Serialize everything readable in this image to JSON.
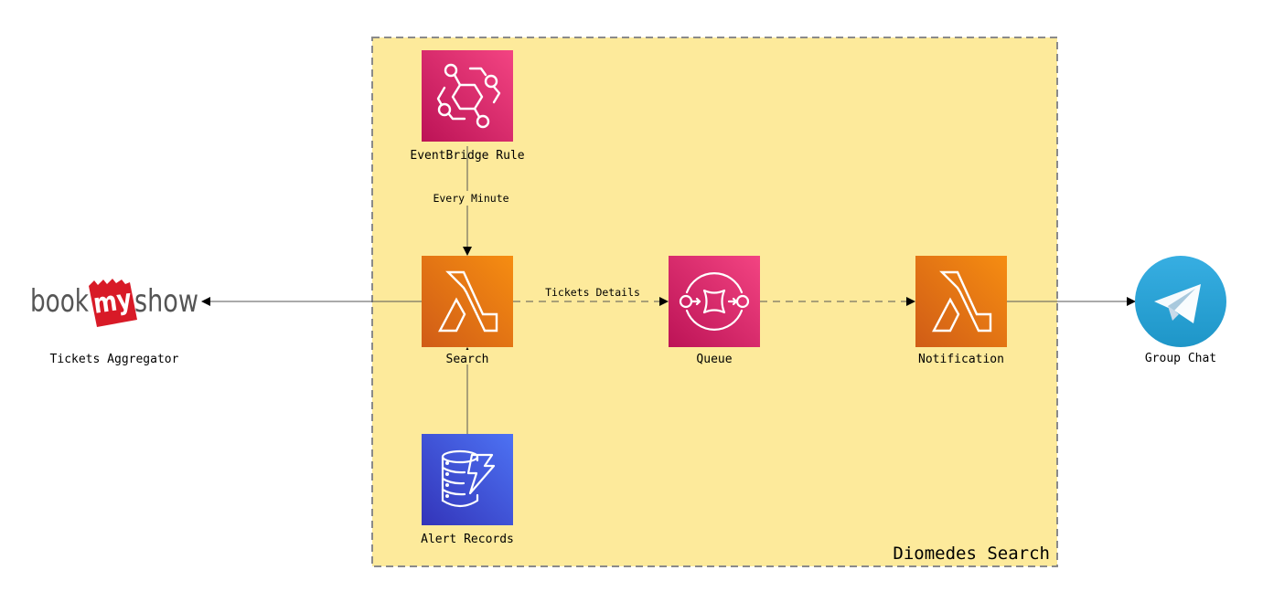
{
  "group": {
    "label": "Diomedes Search",
    "fill": "#fdea9b",
    "stroke": "#8a8a8a"
  },
  "nodes": {
    "eventbridge": {
      "label": "EventBridge Rule",
      "icon": "eventbridge-icon",
      "color_top": "#f34482",
      "color_bottom": "#bc1356"
    },
    "search": {
      "label": "Search",
      "icon": "lambda-icon",
      "color_top": "#f68d11",
      "color_bottom": "#d05c17"
    },
    "queue": {
      "label": "Queue",
      "icon": "sqs-icon",
      "color_top": "#f34482",
      "color_bottom": "#bc1356"
    },
    "notification": {
      "label": "Notification",
      "icon": "lambda-icon",
      "color_top": "#f68d11",
      "color_bottom": "#d05c17"
    },
    "alert_records": {
      "label": "Alert Records",
      "icon": "dynamodb-icon",
      "color_top": "#4d72f3",
      "color_bottom": "#3334b9"
    },
    "bookmyshow": {
      "label": "Tickets Aggregator",
      "logo_parts": [
        "book",
        "my",
        "show"
      ],
      "logo_text_color": "#555555",
      "logo_red": "#d81a27"
    },
    "telegram": {
      "label": "Group Chat",
      "icon": "telegram-icon",
      "color": "#2fa3d9"
    }
  },
  "edges": {
    "eventbridge_to_search": {
      "label": "Every Minute"
    },
    "search_to_queue": {
      "label": "Tickets Details"
    },
    "queue_to_notification": {
      "label": ""
    },
    "notification_to_telegram": {
      "label": ""
    },
    "alert_records_to_search": {
      "label": ""
    },
    "search_to_bookmyshow": {
      "label": ""
    }
  }
}
